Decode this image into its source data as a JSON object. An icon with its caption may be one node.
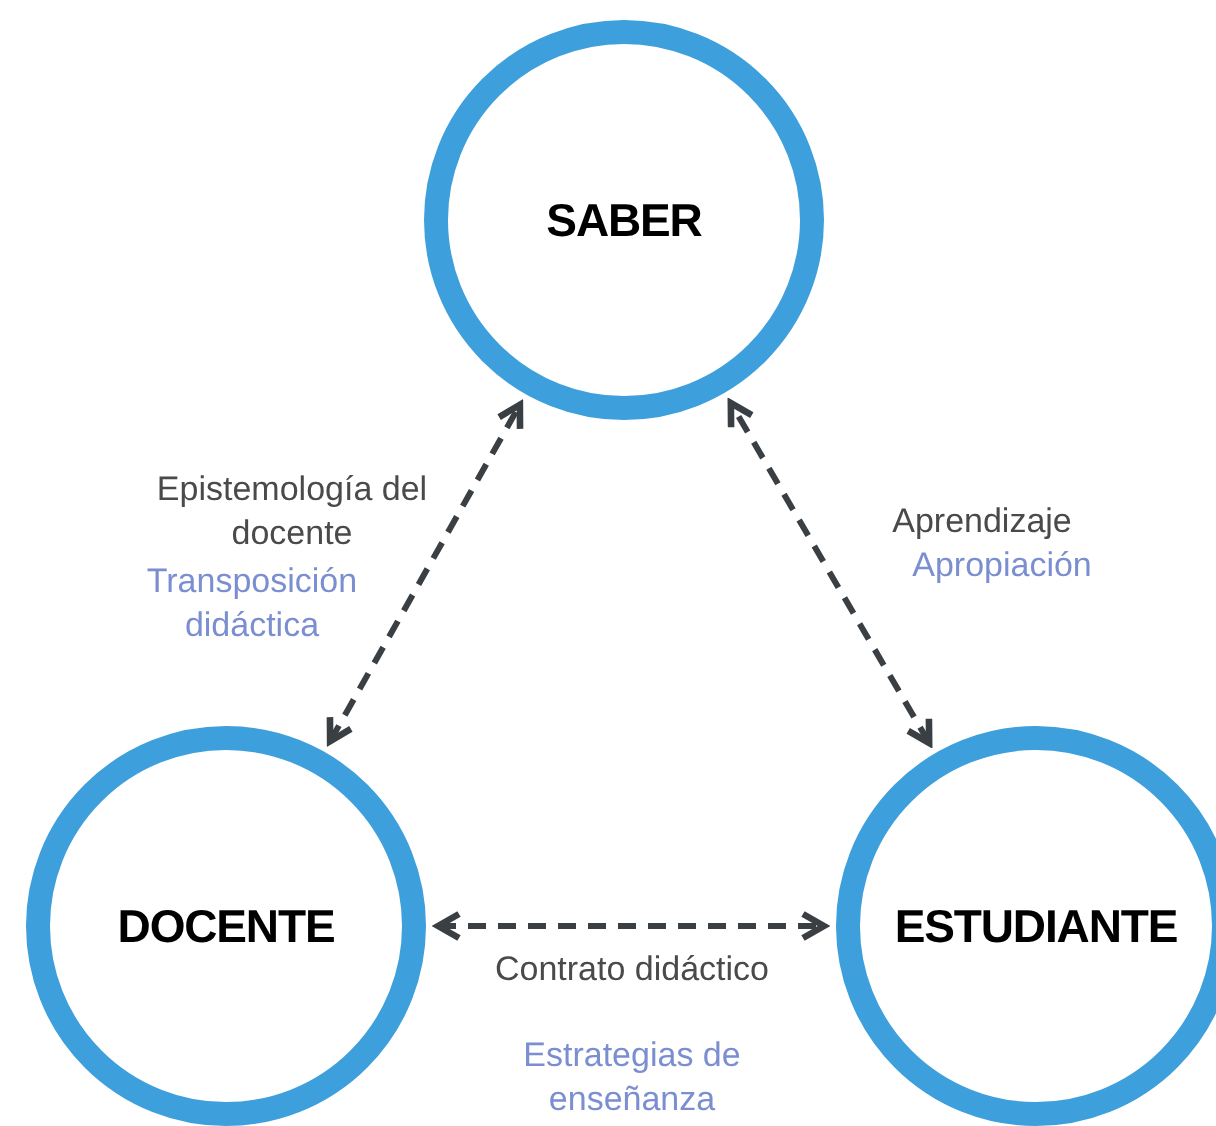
{
  "diagram": {
    "nodes": [
      {
        "text": [
          "SABER"
        ]
      },
      {
        "text": [
          "DOCENTE"
        ]
      },
      {
        "text": [
          "ESTUDIANTE"
        ]
      }
    ],
    "edges": [
      {
        "from": 1,
        "to": 0,
        "arrow": "both",
        "style": "dashed",
        "label": "Epistemología del docente"
      },
      {
        "from": 2,
        "to": 0,
        "arrow": "both",
        "style": "dashed",
        "label": "Aprendizaje"
      },
      {
        "from": 1,
        "to": 2,
        "arrow": "both",
        "style": "dashed",
        "label": "Contrato didáctico"
      }
    ],
    "labels": [
      "Transposición didáctica",
      "Apropiación",
      "Estrategias de enseñanza"
    ]
  }
}
